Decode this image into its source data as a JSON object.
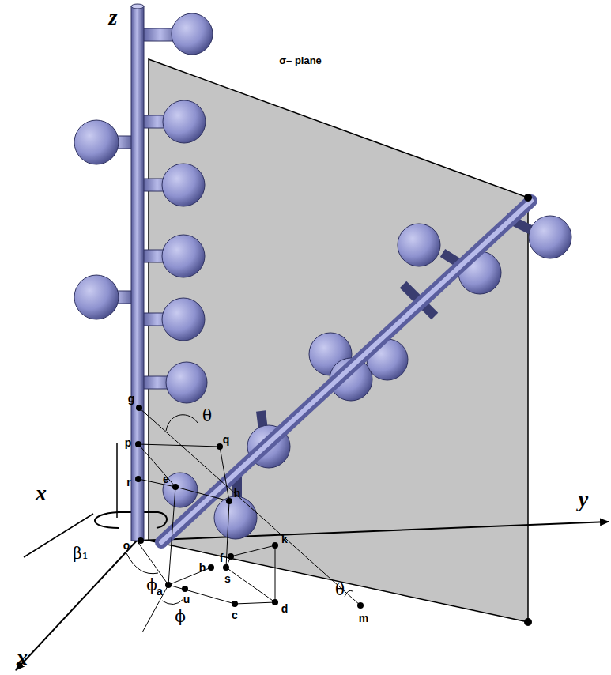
{
  "diagram": {
    "labels": [
      "z",
      "y",
      "x",
      "x",
      "σ– plane",
      "g",
      "p",
      "θ",
      "q",
      "r",
      "e",
      "h",
      "k",
      "f",
      "o",
      "β₁",
      "ϕ",
      "a",
      "b",
      "s",
      "u",
      "ϕ",
      "c",
      "d",
      "m",
      "θ"
    ]
  }
}
